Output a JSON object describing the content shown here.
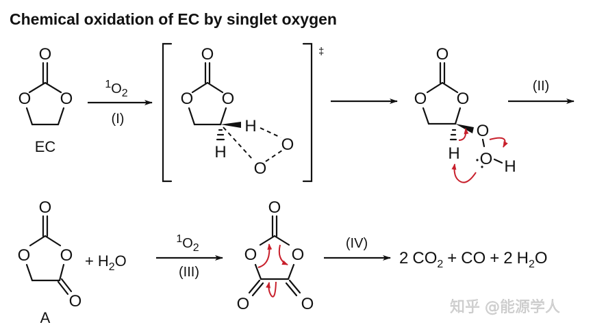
{
  "title": "Chemical oxidation of EC by singlet oxygen",
  "steps": [
    {
      "id": "I",
      "label": "(I)",
      "reagent": "1O2",
      "reagent_sup": "1",
      "reagent_main": "O",
      "reagent_sub": "2"
    },
    {
      "id": "II",
      "label": "(II)"
    },
    {
      "id": "III",
      "label": "(III)",
      "reagent": "1O2",
      "reagent_sup": "1",
      "reagent_main": "O",
      "reagent_sub": "2"
    },
    {
      "id": "IV",
      "label": "(IV)"
    }
  ],
  "molecules": {
    "ec": {
      "name": "EC",
      "atoms": [
        "O",
        "O",
        "O"
      ]
    },
    "transition_state": {
      "marker": "‡",
      "atoms": [
        "O",
        "O",
        "O",
        "H",
        "H",
        "O",
        "O"
      ]
    },
    "hydroperoxide": {
      "atoms": [
        "O",
        "O",
        "O",
        "O",
        "O",
        "H",
        "H"
      ]
    },
    "a": {
      "name": "A",
      "atoms": [
        "O",
        "O",
        "O",
        "O"
      ]
    },
    "oxalate": {
      "atoms": [
        "O",
        "O",
        "O",
        "O",
        "O"
      ]
    }
  },
  "coreactant": {
    "plus": "+",
    "h": "H",
    "sub": "2",
    "o": "O"
  },
  "products": {
    "p1_coef": "2",
    "p1_main": "CO",
    "p1_sub": "2",
    "plus1": "+",
    "p2": "CO",
    "plus2": "+",
    "p3_coef": "2",
    "p3_h": "H",
    "p3_sub": "2",
    "p3_o": "O"
  },
  "colors": {
    "ink": "#111111",
    "arrow_pushing": "#c8202c",
    "watermark": "#d5d5d5"
  },
  "watermark": "知乎 @能源学人"
}
